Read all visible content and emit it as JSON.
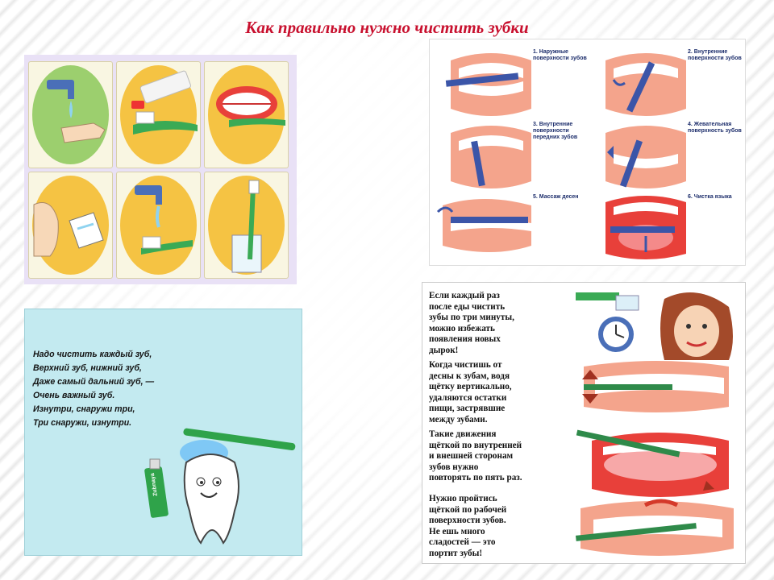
{
  "title": "Как правильно нужно чистить зубки",
  "steps": [
    {
      "label": "1. Наружные поверхности зубов"
    },
    {
      "label": "2. Внутренние поверхности зубов"
    },
    {
      "label": "3. Внутренние поверхности передних зубов"
    },
    {
      "label": "4. Жевательная поверхность зубов"
    },
    {
      "label": "5. Массаж десен"
    },
    {
      "label": "6. Чистка языка"
    }
  ],
  "poem": [
    "Надо чистить каждый зуб,",
    "Верхний зуб, нижний зуб,",
    "Даже самый дальний зуб, —",
    "Очень важный зуб.",
    "Изнутри, снаружи три,",
    "Три снаружи, изнутри."
  ],
  "toothpaste_label": "Zubnaya",
  "tips": [
    {
      "lines": [
        "Если каждый раз",
        "после еды чистить",
        "зубы по три минуты,",
        "можно избежать",
        "появления новых",
        "дырок!"
      ]
    },
    {
      "lines": [
        "Когда чистишь от",
        "десны к зубам, водя",
        "щётку вертикально,",
        "удаляются остатки",
        "пищи, застрявшие",
        "между зубами."
      ]
    },
    {
      "lines": [
        "Такие движения",
        "щёткой по внутренней",
        "и внешней сторонам",
        "зубов нужно",
        "повторять по пять раз."
      ]
    },
    {
      "lines": [
        "Нужно пройтись",
        "щёткой по рабочей",
        "поверхности зубов.",
        "Не ешь много",
        "сладостей — это",
        "портит зубы!"
      ]
    }
  ],
  "colors": {
    "title": "#c8102e",
    "oval_green": "#9ccf6e",
    "oval_yellow": "#f5c343",
    "gum": "#f4a48c",
    "brush_blue": "#3b55a8",
    "panel_cyan": "#c3eaf0"
  }
}
